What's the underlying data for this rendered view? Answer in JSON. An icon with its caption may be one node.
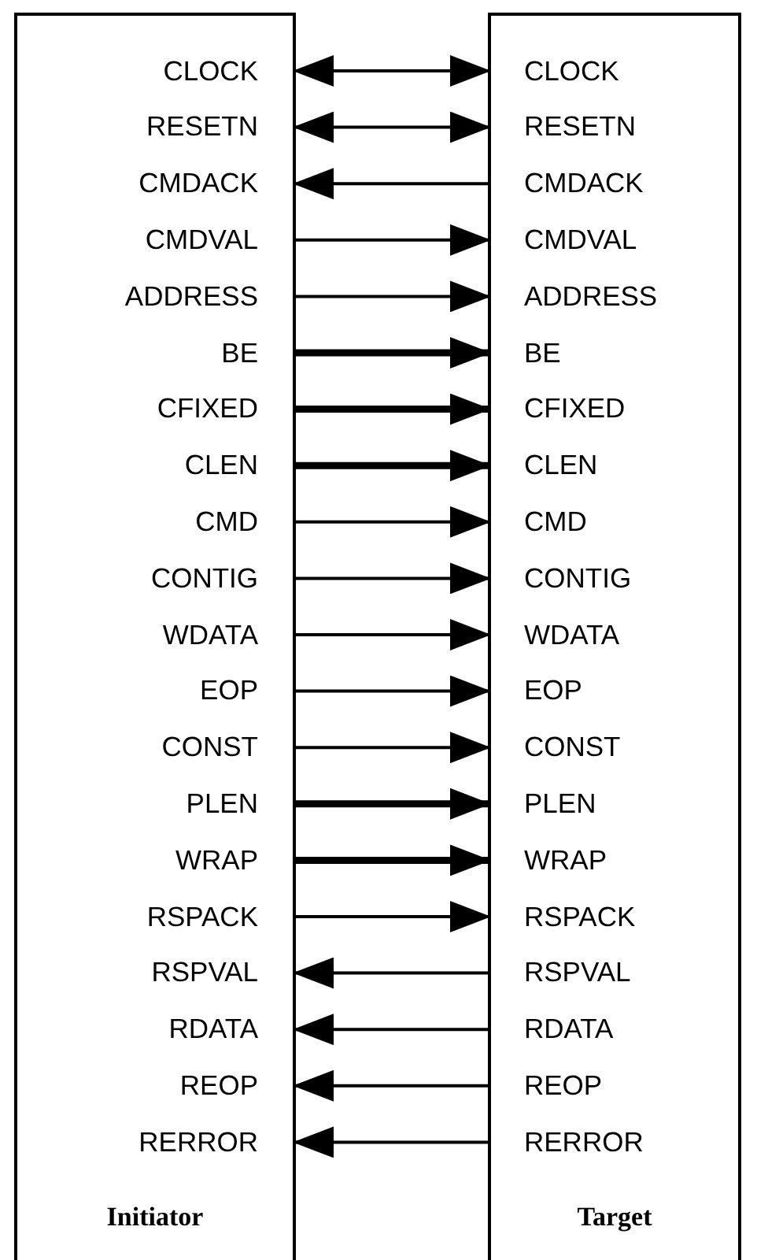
{
  "diagram": {
    "nodes": [
      {
        "text": [
          "Initiator"
        ]
      },
      {
        "text": [
          "CLOCK"
        ],
        "in": 0
      },
      {
        "text": [
          "RESETN"
        ],
        "in": 0
      },
      {
        "text": [
          "CMDACK"
        ],
        "in": 0
      },
      {
        "text": [
          "CMDVAL"
        ],
        "in": 0
      },
      {
        "text": [
          "ADDRESS"
        ],
        "in": 0
      },
      {
        "text": [
          "BE"
        ],
        "in": 0
      },
      {
        "text": [
          "CFIXED"
        ],
        "in": 0
      },
      {
        "text": [
          "CLEN"
        ],
        "in": 0
      },
      {
        "text": [
          "CMD"
        ],
        "in": 0
      },
      {
        "text": [
          "CONTIG"
        ],
        "in": 0
      },
      {
        "text": [
          "WDATA"
        ],
        "in": 0
      },
      {
        "text": [
          "EOP"
        ],
        "in": 0
      },
      {
        "text": [
          "CONST"
        ],
        "in": 0
      },
      {
        "text": [
          "PLEN"
        ],
        "in": 0
      },
      {
        "text": [
          "WRAP"
        ],
        "in": 0
      },
      {
        "text": [
          "RSPACK"
        ],
        "in": 0
      },
      {
        "text": [
          "RSPVAL"
        ],
        "in": 0
      },
      {
        "text": [
          "RDATA"
        ],
        "in": 0
      },
      {
        "text": [
          "REOP"
        ],
        "in": 0
      },
      {
        "text": [
          "RERROR"
        ],
        "in": 0
      },
      {
        "text": [
          "Target"
        ]
      },
      {
        "text": [
          "CLOCK"
        ],
        "in": 21
      },
      {
        "text": [
          "RESETN"
        ],
        "in": 21
      },
      {
        "text": [
          "CMDACK"
        ],
        "in": 21
      },
      {
        "text": [
          "CMDVAL"
        ],
        "in": 21
      },
      {
        "text": [
          "ADDRESS"
        ],
        "in": 21
      },
      {
        "text": [
          "BE"
        ],
        "in": 21
      },
      {
        "text": [
          "CFIXED"
        ],
        "in": 21
      },
      {
        "text": [
          "CLEN"
        ],
        "in": 21
      },
      {
        "text": [
          "CMD"
        ],
        "in": 21
      },
      {
        "text": [
          "CONTIG"
        ],
        "in": 21
      },
      {
        "text": [
          "WDATA"
        ],
        "in": 21
      },
      {
        "text": [
          "EOP"
        ],
        "in": 21
      },
      {
        "text": [
          "CONST"
        ],
        "in": 21
      },
      {
        "text": [
          "PLEN"
        ],
        "in": 21
      },
      {
        "text": [
          "WRAP"
        ],
        "in": 21
      },
      {
        "text": [
          "RSPACK"
        ],
        "in": 21
      },
      {
        "text": [
          "RSPVAL"
        ],
        "in": 21
      },
      {
        "text": [
          "RDATA"
        ],
        "in": 21
      },
      {
        "text": [
          "REOP"
        ],
        "in": 21
      },
      {
        "text": [
          "RERROR"
        ],
        "in": 21
      }
    ],
    "edges": [
      {
        "from": 1,
        "to": 22,
        "arrow": "both"
      },
      {
        "from": 2,
        "to": 23,
        "arrow": "both"
      },
      {
        "from": 24,
        "to": 3,
        "arrow": "to"
      },
      {
        "from": 4,
        "to": 25,
        "arrow": "to"
      },
      {
        "from": 5,
        "to": 26,
        "arrow": "to"
      },
      {
        "from": 6,
        "to": 27,
        "arrow": "to",
        "style": "thick"
      },
      {
        "from": 7,
        "to": 28,
        "arrow": "to",
        "style": "thick"
      },
      {
        "from": 8,
        "to": 29,
        "arrow": "to",
        "style": "thick"
      },
      {
        "from": 9,
        "to": 30,
        "arrow": "to"
      },
      {
        "from": 10,
        "to": 31,
        "arrow": "to"
      },
      {
        "from": 11,
        "to": 32,
        "arrow": "to"
      },
      {
        "from": 12,
        "to": 33,
        "arrow": "to"
      },
      {
        "from": 13,
        "to": 34,
        "arrow": "to"
      },
      {
        "from": 14,
        "to": 35,
        "arrow": "to",
        "style": "thick"
      },
      {
        "from": 15,
        "to": 36,
        "arrow": "to",
        "style": "thick"
      },
      {
        "from": 16,
        "to": 37,
        "arrow": "to"
      },
      {
        "from": 38,
        "to": 17,
        "arrow": "to"
      },
      {
        "from": 39,
        "to": 18,
        "arrow": "to"
      },
      {
        "from": 40,
        "to": 19,
        "arrow": "to"
      },
      {
        "from": 41,
        "to": 20,
        "arrow": "to"
      }
    ]
  }
}
